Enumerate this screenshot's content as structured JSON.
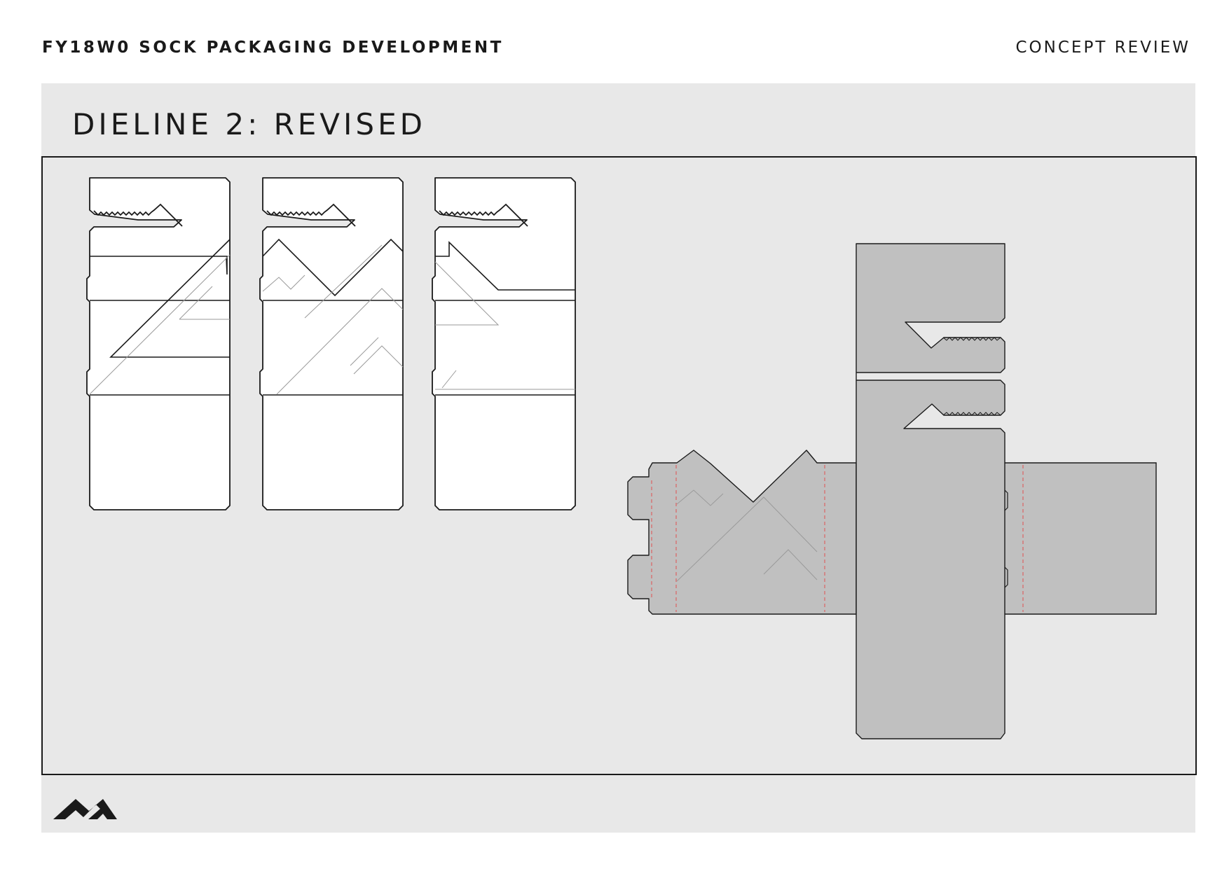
{
  "header": {
    "title": "FY18W0 SOCK PACKAGING DEVELOPMENT",
    "section": "CONCEPT REVIEW"
  },
  "panel": {
    "heading": "DIELINE 2: REVISED"
  },
  "colors": {
    "panel_bg": "#e8e8e8",
    "dieline_stroke": "#1a1a1a",
    "flat_fill": "#c0c0c0",
    "fold_line": "#e05050",
    "emboss_line": "#9a9a9a"
  },
  "figures": {
    "front_panels": [
      "left-panel",
      "center-panel",
      "right-panel"
    ],
    "flat_layout": "unfolded-dieline"
  },
  "footer": {
    "logo": "mountain-logo-icon"
  }
}
